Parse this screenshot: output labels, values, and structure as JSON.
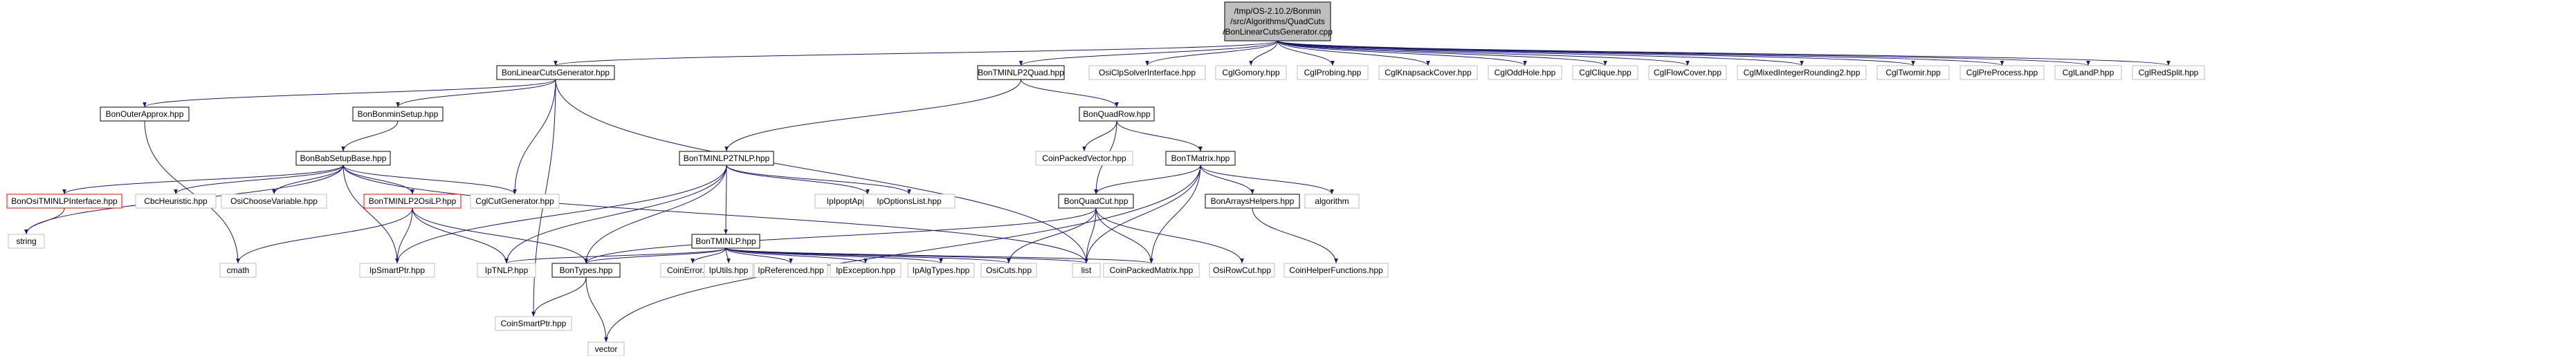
{
  "colors": {
    "edge": "#191970",
    "node_border_normal": "#000000",
    "node_border_gray": "#bfbfbf",
    "node_border_red": "#ff0000",
    "root_fill": "#bfbfbf",
    "text": "#000000"
  },
  "nodes": [
    {
      "id": "root",
      "lines": [
        "/tmp/OS-2.10.2/Bonmin",
        "/src/Algorithms/QuadCuts",
        "/BonLinearCutsGenerator.cpp"
      ],
      "style": "root"
    },
    {
      "id": "linear_cuts_gen",
      "lines": [
        "BonLinearCutsGenerator.hpp"
      ],
      "style": "normal"
    },
    {
      "id": "tminlp2quad",
      "lines": [
        "BonTMINLP2Quad.hpp"
      ],
      "style": "normal"
    },
    {
      "id": "osiclp",
      "lines": [
        "OsiClpSolverInterface.hpp"
      ],
      "style": "gray"
    },
    {
      "id": "cglgomory",
      "lines": [
        "CglGomory.hpp"
      ],
      "style": "gray"
    },
    {
      "id": "cglprobing",
      "lines": [
        "CglProbing.hpp"
      ],
      "style": "gray"
    },
    {
      "id": "cglknapsack",
      "lines": [
        "CglKnapsackCover.hpp"
      ],
      "style": "gray"
    },
    {
      "id": "cgloddhole",
      "lines": [
        "CglOddHole.hpp"
      ],
      "style": "gray"
    },
    {
      "id": "cglclique",
      "lines": [
        "CglClique.hpp"
      ],
      "style": "gray"
    },
    {
      "id": "cglflowcover",
      "lines": [
        "CglFlowCover.hpp"
      ],
      "style": "gray"
    },
    {
      "id": "cglmixed",
      "lines": [
        "CglMixedIntegerRounding2.hpp"
      ],
      "style": "gray"
    },
    {
      "id": "cgltwomir",
      "lines": [
        "CglTwomir.hpp"
      ],
      "style": "gray"
    },
    {
      "id": "cglpreprocess",
      "lines": [
        "CglPreProcess.hpp"
      ],
      "style": "gray"
    },
    {
      "id": "cgllandp",
      "lines": [
        "CglLandP.hpp"
      ],
      "style": "gray"
    },
    {
      "id": "cglredsplit",
      "lines": [
        "CglRedSplit.hpp"
      ],
      "style": "gray"
    },
    {
      "id": "outerapprox",
      "lines": [
        "BonOuterApprox.hpp"
      ],
      "style": "normal"
    },
    {
      "id": "bonminsetup",
      "lines": [
        "BonBonminSetup.hpp"
      ],
      "style": "normal"
    },
    {
      "id": "quadrow",
      "lines": [
        "BonQuadRow.hpp"
      ],
      "style": "normal"
    },
    {
      "id": "babsetupbase",
      "lines": [
        "BonBabSetupBase.hpp"
      ],
      "style": "normal"
    },
    {
      "id": "coinpackedvector",
      "lines": [
        "CoinPackedVector.hpp"
      ],
      "style": "gray"
    },
    {
      "id": "tmatrix",
      "lines": [
        "BonTMatrix.hpp"
      ],
      "style": "normal"
    },
    {
      "id": "tminlp2tnlp",
      "lines": [
        "BonTMINLP2TNLP.hpp"
      ],
      "style": "normal"
    },
    {
      "id": "ositminlp",
      "lines": [
        "BonOsiTMINLPInterface.hpp"
      ],
      "style": "red"
    },
    {
      "id": "cbcheuristic",
      "lines": [
        "CbcHeuristic.hpp"
      ],
      "style": "gray"
    },
    {
      "id": "osichoose",
      "lines": [
        "OsiChooseVariable.hpp"
      ],
      "style": "gray"
    },
    {
      "id": "tminlp2osilp",
      "lines": [
        "BonTMINLP2OsiLP.hpp"
      ],
      "style": "red"
    },
    {
      "id": "cglcutgen",
      "lines": [
        "CglCutGenerator.hpp"
      ],
      "style": "gray"
    },
    {
      "id": "ipoptapp",
      "lines": [
        "IpIpoptApplication.hpp"
      ],
      "style": "gray"
    },
    {
      "id": "ipoptionslist",
      "lines": [
        "IpOptionsList.hpp"
      ],
      "style": "gray"
    },
    {
      "id": "quadcut",
      "lines": [
        "BonQuadCut.hpp"
      ],
      "style": "normal"
    },
    {
      "id": "arrayshelpers",
      "lines": [
        "BonArraysHelpers.hpp"
      ],
      "style": "normal"
    },
    {
      "id": "algorithm",
      "lines": [
        "algorithm"
      ],
      "style": "gray"
    },
    {
      "id": "tminlp",
      "lines": [
        "BonTMINLP.hpp"
      ],
      "style": "normal"
    },
    {
      "id": "string",
      "lines": [
        "string"
      ],
      "style": "gray"
    },
    {
      "id": "cmath",
      "lines": [
        "cmath"
      ],
      "style": "gray"
    },
    {
      "id": "ipsmartptr",
      "lines": [
        "IpSmartPtr.hpp"
      ],
      "style": "gray"
    },
    {
      "id": "iptnlp",
      "lines": [
        "IpTNLP.hpp"
      ],
      "style": "gray"
    },
    {
      "id": "bontypes",
      "lines": [
        "BonTypes.hpp"
      ],
      "style": "normal"
    },
    {
      "id": "coinerror",
      "lines": [
        "CoinError.hpp"
      ],
      "style": "gray"
    },
    {
      "id": "iputils",
      "lines": [
        "IpUtils.hpp"
      ],
      "style": "gray"
    },
    {
      "id": "ipreferenced",
      "lines": [
        "IpReferenced.hpp"
      ],
      "style": "gray"
    },
    {
      "id": "ipexception",
      "lines": [
        "IpException.hpp"
      ],
      "style": "gray"
    },
    {
      "id": "ipalgtypes",
      "lines": [
        "IpAlgTypes.hpp"
      ],
      "style": "gray"
    },
    {
      "id": "osicuts",
      "lines": [
        "OsiCuts.hpp"
      ],
      "style": "gray"
    },
    {
      "id": "list",
      "lines": [
        "list"
      ],
      "style": "gray"
    },
    {
      "id": "coinpackedmatrix",
      "lines": [
        "CoinPackedMatrix.hpp"
      ],
      "style": "gray"
    },
    {
      "id": "osirowcut",
      "lines": [
        "OsiRowCut.hpp"
      ],
      "style": "gray"
    },
    {
      "id": "coinhelperfunctions",
      "lines": [
        "CoinHelperFunctions.hpp"
      ],
      "style": "gray"
    },
    {
      "id": "coinsmartptr",
      "lines": [
        "CoinSmartPtr.hpp"
      ],
      "style": "gray"
    },
    {
      "id": "vector",
      "lines": [
        "vector"
      ],
      "style": "gray"
    }
  ],
  "edges": [
    [
      "root",
      "linear_cuts_gen"
    ],
    [
      "root",
      "tminlp2quad"
    ],
    [
      "root",
      "osiclp"
    ],
    [
      "root",
      "cglgomory"
    ],
    [
      "root",
      "cglprobing"
    ],
    [
      "root",
      "cglknapsack"
    ],
    [
      "root",
      "cgloddhole"
    ],
    [
      "root",
      "cglclique"
    ],
    [
      "root",
      "cglflowcover"
    ],
    [
      "root",
      "cglmixed"
    ],
    [
      "root",
      "cgltwomir"
    ],
    [
      "root",
      "cglpreprocess"
    ],
    [
      "root",
      "cgllandp"
    ],
    [
      "root",
      "cglredsplit"
    ],
    [
      "linear_cuts_gen",
      "outerapprox"
    ],
    [
      "linear_cuts_gen",
      "bonminsetup"
    ],
    [
      "linear_cuts_gen",
      "cglcutgen"
    ],
    [
      "linear_cuts_gen",
      "list"
    ],
    [
      "linear_cuts_gen",
      "coinsmartptr"
    ],
    [
      "outerapprox",
      "cmath"
    ],
    [
      "bonminsetup",
      "babsetupbase"
    ],
    [
      "babsetupbase",
      "ositminlp"
    ],
    [
      "babsetupbase",
      "cbcheuristic"
    ],
    [
      "babsetupbase",
      "osichoose"
    ],
    [
      "babsetupbase",
      "tminlp2osilp"
    ],
    [
      "babsetupbase",
      "cglcutgen"
    ],
    [
      "babsetupbase",
      "ipsmartptr"
    ],
    [
      "babsetupbase",
      "string"
    ],
    [
      "babsetupbase",
      "list"
    ],
    [
      "ositminlp",
      "string"
    ],
    [
      "tminlp2osilp",
      "cmath"
    ],
    [
      "tminlp2osilp",
      "ipsmartptr"
    ],
    [
      "tminlp2osilp",
      "iptnlp"
    ],
    [
      "tminlp2osilp",
      "bontypes"
    ],
    [
      "tminlp2quad",
      "tminlp2tnlp"
    ],
    [
      "tminlp2quad",
      "quadrow"
    ],
    [
      "tminlp2tnlp",
      "ipoptapp"
    ],
    [
      "tminlp2tnlp",
      "ipoptionslist"
    ],
    [
      "tminlp2tnlp",
      "tminlp"
    ],
    [
      "tminlp2tnlp",
      "ipsmartptr"
    ],
    [
      "tminlp2tnlp",
      "iptnlp"
    ],
    [
      "tminlp2tnlp",
      "bontypes"
    ],
    [
      "tminlp",
      "coinerror"
    ],
    [
      "tminlp",
      "iputils"
    ],
    [
      "tminlp",
      "ipreferenced"
    ],
    [
      "tminlp",
      "ipexception"
    ],
    [
      "tminlp",
      "ipalgtypes"
    ],
    [
      "tminlp",
      "osicuts"
    ],
    [
      "tminlp",
      "iptnlp"
    ],
    [
      "tminlp",
      "bontypes"
    ],
    [
      "tminlp",
      "list"
    ],
    [
      "tminlp",
      "coinpackedmatrix"
    ],
    [
      "quadrow",
      "coinpackedvector"
    ],
    [
      "quadrow",
      "tmatrix"
    ],
    [
      "quadrow",
      "quadcut"
    ],
    [
      "tmatrix",
      "quadcut"
    ],
    [
      "tmatrix",
      "arrayshelpers"
    ],
    [
      "tmatrix",
      "algorithm"
    ],
    [
      "tmatrix",
      "list"
    ],
    [
      "tmatrix",
      "coinpackedmatrix"
    ],
    [
      "tmatrix",
      "vector"
    ],
    [
      "quadcut",
      "osicuts"
    ],
    [
      "quadcut",
      "list"
    ],
    [
      "quadcut",
      "coinpackedmatrix"
    ],
    [
      "quadcut",
      "osirowcut"
    ],
    [
      "quadcut",
      "bontypes"
    ],
    [
      "arrayshelpers",
      "coinhelperfunctions"
    ],
    [
      "bontypes",
      "coinsmartptr"
    ],
    [
      "bontypes",
      "vector"
    ]
  ]
}
